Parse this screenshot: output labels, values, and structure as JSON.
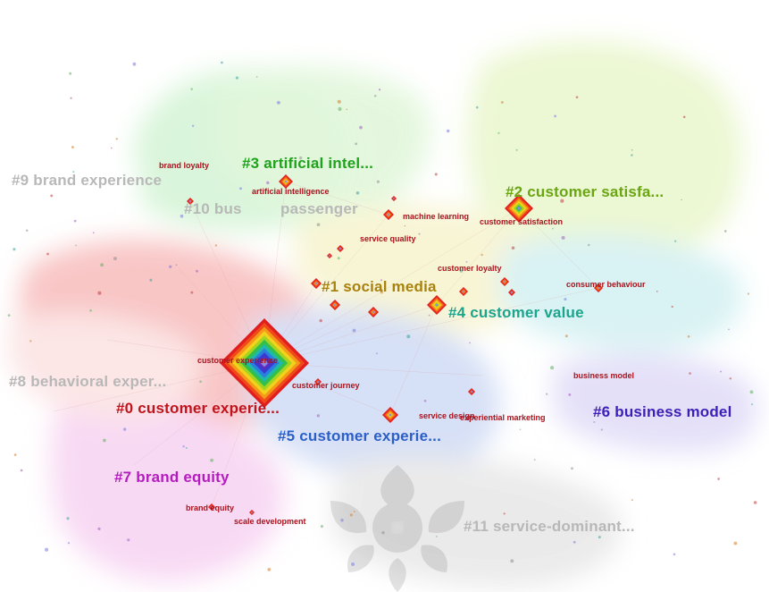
{
  "clusters": [
    {
      "id": "c0",
      "label": "#0 customer experie...",
      "color": "#c0141c"
    },
    {
      "id": "c1",
      "label": "#1 social media",
      "color": "#a8820e"
    },
    {
      "id": "c2",
      "label": "#2 customer satisfa...",
      "color": "#6aa611"
    },
    {
      "id": "c3",
      "label": "#3 artificial intel...",
      "color": "#1fa21c"
    },
    {
      "id": "c4",
      "label": "#4 customer value",
      "color": "#1ba58c"
    },
    {
      "id": "c5",
      "label": "#5 customer experie...",
      "color": "#2a5ec9"
    },
    {
      "id": "c6",
      "label": "#6 business model",
      "color": "#3d1fb8"
    },
    {
      "id": "c7",
      "label": "#7 brand equity",
      "color": "#b41cbf"
    },
    {
      "id": "c8",
      "label": "#8 behavioral exper...",
      "color": "#b8b8b8"
    },
    {
      "id": "c9",
      "label": "#9 brand experience",
      "color": "#b8b8b8"
    },
    {
      "id": "c10a",
      "label": "#10 bus",
      "color": "#b8b8b8"
    },
    {
      "id": "c10b",
      "label": "passenger",
      "color": "#b8b8b8"
    },
    {
      "id": "c11",
      "label": "#11 service-dominant...",
      "color": "#b8b8b8"
    }
  ],
  "keywords": [
    {
      "id": "k1",
      "label": "brand loyalty"
    },
    {
      "id": "k2",
      "label": "artificial intelligence"
    },
    {
      "id": "k3",
      "label": "machine learning"
    },
    {
      "id": "k4",
      "label": "customer satisfaction"
    },
    {
      "id": "k5",
      "label": "service quality"
    },
    {
      "id": "k6",
      "label": "customer loyalty"
    },
    {
      "id": "k7",
      "label": "consumer behaviour"
    },
    {
      "id": "k8",
      "label": "customer experience"
    },
    {
      "id": "k9",
      "label": "customer journey"
    },
    {
      "id": "k10",
      "label": "business model"
    },
    {
      "id": "k11",
      "label": "service design"
    },
    {
      "id": "k12",
      "label": "experiential marketing"
    },
    {
      "id": "k13",
      "label": "brand equity"
    },
    {
      "id": "k14",
      "label": "scale development"
    }
  ],
  "region_colors": {
    "red": "#f7b3b3",
    "pink": "#f6cdf0",
    "green": "#cdf2cf",
    "lime": "#e6f5c5",
    "yellow": "#f6f2c8",
    "blue": "#c9d6f3",
    "violet": "#dcd6f6",
    "teal": "#cdeef0",
    "grey": "#e4e4e4"
  }
}
